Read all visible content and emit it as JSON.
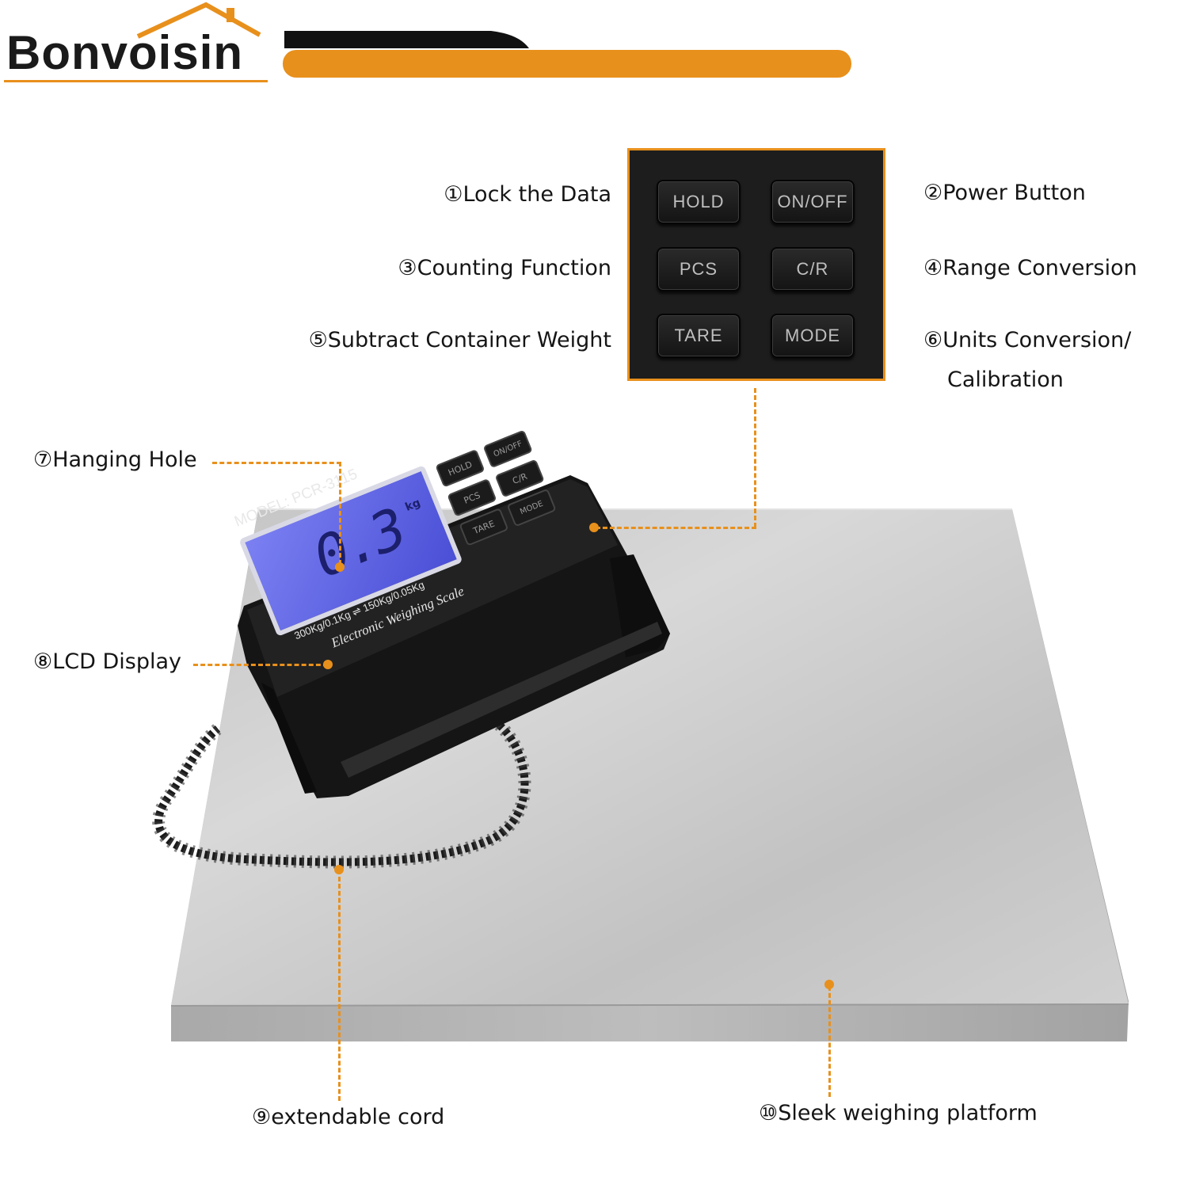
{
  "brand": {
    "name": "Bonvoisin",
    "accent_color": "#e8901c",
    "dark_color": "#111111"
  },
  "keypad": {
    "keys": [
      "HOLD",
      "ON/OFF",
      "PCS",
      "C/R",
      "TARE",
      "MODE"
    ]
  },
  "labels": {
    "lock_data": "①Lock the Data",
    "power_button": "②Power Button",
    "counting_function": "③Counting Function",
    "range_conversion": "④Range Conversion",
    "subtract_container": "⑤Subtract Container Weight",
    "units_conversion_line1": "⑥Units Conversion/",
    "units_conversion_line2": "Calibration",
    "hanging_hole": "⑦Hanging Hole",
    "lcd_display": "⑧LCD Display",
    "extendable_cord": "⑨extendable cord",
    "weighing_platform": "⑩Sleek weighing platform"
  },
  "device": {
    "model": "MODEL: PCR-3115",
    "reading": "0.3",
    "unit": "kg",
    "range": "300Kg/0.1Kg ⇌ 150Kg/0.05Kg",
    "product_name": "Electronic Weighing Scale",
    "keys": [
      "HOLD",
      "ON/OFF",
      "PCS",
      "C/R",
      "TARE",
      "MODE"
    ],
    "lcd_color": "#5a5fe6",
    "body_color": "#1c1c1c",
    "platform_color": "#c9c9c9"
  }
}
